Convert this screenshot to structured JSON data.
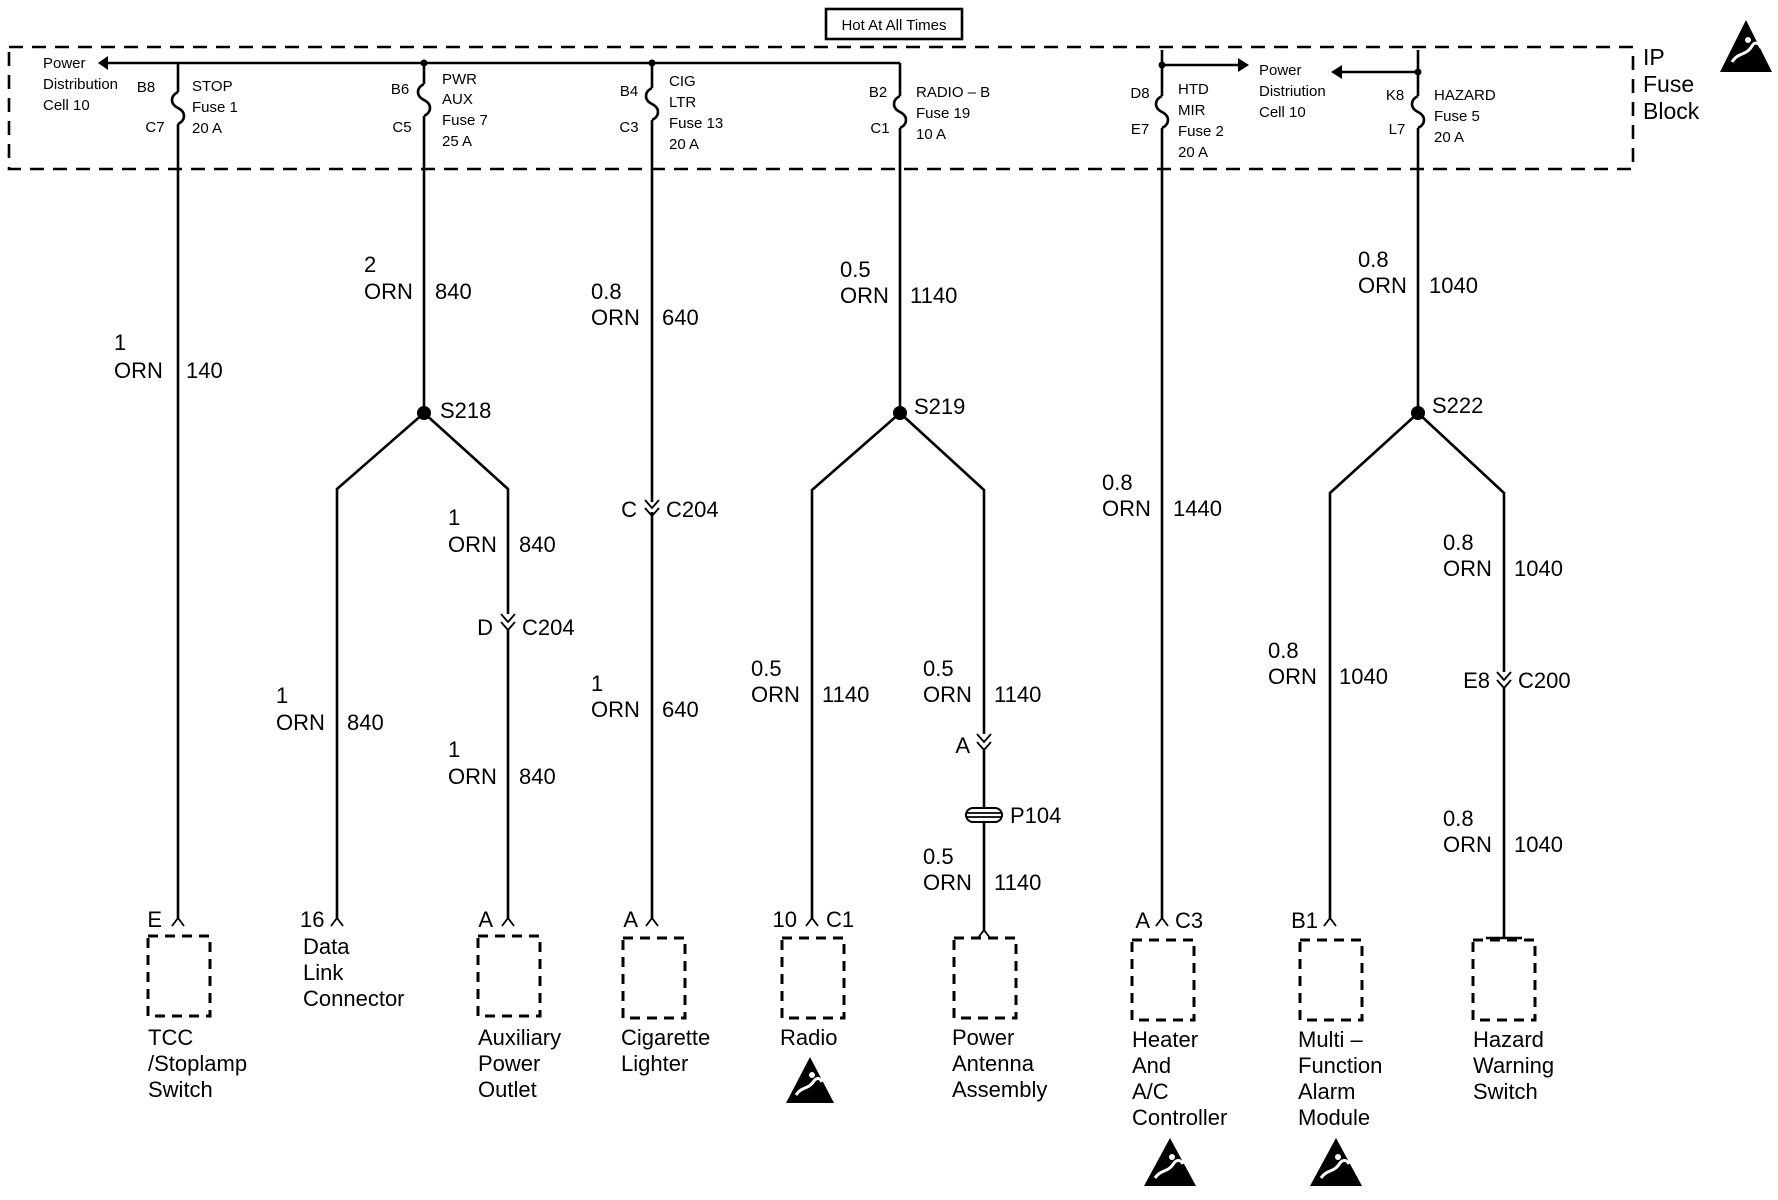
{
  "hot_label": "Hot At All Times",
  "fuse_block": {
    "line1": "IP",
    "line2": "Fuse",
    "line3": "Block"
  },
  "power_dist_left": {
    "line1": "Power",
    "line2": "Distribution",
    "line3": "Cell 10"
  },
  "power_dist_right": {
    "line1": "Power",
    "line2": "Distriution",
    "line3": "Cell 10"
  },
  "fuses": [
    {
      "top_pin": "B8",
      "bot_pin": "C7",
      "line1": "STOP",
      "line2": "Fuse 1",
      "line3": "20 A",
      "line4": ""
    },
    {
      "top_pin": "B6",
      "bot_pin": "C5",
      "line1": "PWR",
      "line2": "AUX",
      "line3": "Fuse 7",
      "line4": "25 A"
    },
    {
      "top_pin": "B4",
      "bot_pin": "C3",
      "line1": "CIG",
      "line2": "LTR",
      "line3": "Fuse 13",
      "line4": "20 A"
    },
    {
      "top_pin": "B2",
      "bot_pin": "C1",
      "line1": "RADIO – B",
      "line2": "Fuse 19",
      "line3": "10 A",
      "line4": ""
    },
    {
      "top_pin": "D8",
      "bot_pin": "E7",
      "line1": "HTD",
      "line2": "MIR",
      "line3": "Fuse 2",
      "line4": "20 A"
    },
    {
      "top_pin": "K8",
      "bot_pin": "L7",
      "line1": "HAZARD",
      "line2": "Fuse 5",
      "line3": "20 A",
      "line4": ""
    }
  ],
  "wire_labels": [
    {
      "gauge": "1",
      "color": "ORN",
      "circuit": "140"
    },
    {
      "gauge": "2",
      "color": "ORN",
      "circuit": "840"
    },
    {
      "gauge": "0.8",
      "color": "ORN",
      "circuit": "640"
    },
    {
      "gauge": "0.5",
      "color": "ORN",
      "circuit": "1140"
    },
    {
      "gauge": "0.8",
      "color": "ORN",
      "circuit": "1440"
    },
    {
      "gauge": "0.8",
      "color": "ORN",
      "circuit": "1040"
    },
    {
      "gauge": "1",
      "color": "ORN",
      "circuit": "840"
    },
    {
      "gauge": "1",
      "color": "ORN",
      "circuit": "840"
    },
    {
      "gauge": "1",
      "color": "ORN",
      "circuit": "840"
    },
    {
      "gauge": "1",
      "color": "ORN",
      "circuit": "640"
    },
    {
      "gauge": "0.5",
      "color": "ORN",
      "circuit": "1140"
    },
    {
      "gauge": "0.5",
      "color": "ORN",
      "circuit": "1140"
    },
    {
      "gauge": "0.5",
      "color": "ORN",
      "circuit": "1140"
    },
    {
      "gauge": "0.8",
      "color": "ORN",
      "circuit": "1040"
    },
    {
      "gauge": "0.8",
      "color": "ORN",
      "circuit": "1040"
    },
    {
      "gauge": "0.8",
      "color": "ORN",
      "circuit": "1040"
    }
  ],
  "splices": [
    "S218",
    "S219",
    "S222"
  ],
  "inline_connectors": [
    {
      "pin": "D",
      "name": "C204"
    },
    {
      "pin": "C",
      "name": "C204"
    },
    {
      "pin": "A",
      "name": ""
    },
    {
      "pin": "E8",
      "name": "C200"
    }
  ],
  "pass_through": "P104",
  "components": [
    {
      "pin": "E",
      "conn": "",
      "line1": "TCC",
      "line2": "/Stoplamp",
      "line3": "Switch",
      "line4": ""
    },
    {
      "pin": "16",
      "conn": "",
      "line1": "Data",
      "line2": "Link",
      "line3": "Connector",
      "line4": ""
    },
    {
      "pin": "A",
      "conn": "",
      "line1": "Auxiliary",
      "line2": "Power",
      "line3": "Outlet",
      "line4": ""
    },
    {
      "pin": "A",
      "conn": "",
      "line1": "Cigarette",
      "line2": "Lighter",
      "line3": "",
      "line4": ""
    },
    {
      "pin": "10",
      "conn": "C1",
      "line1": "Radio",
      "line2": "",
      "line3": "",
      "line4": ""
    },
    {
      "pin": "",
      "conn": "",
      "line1": "Power",
      "line2": "Antenna",
      "line3": "Assembly",
      "line4": ""
    },
    {
      "pin": "A",
      "conn": "C3",
      "line1": "Heater",
      "line2": "And",
      "line3": "A/C",
      "line4": "Controller"
    },
    {
      "pin": "B1",
      "conn": "",
      "line1": "Multi –",
      "line2": "Function",
      "line3": "Alarm",
      "line4": "Module"
    },
    {
      "pin": "",
      "conn": "",
      "line1": "Hazard",
      "line2": "Warning",
      "line3": "Switch",
      "line4": ""
    }
  ],
  "esd_icon": "esd-warning-icon"
}
